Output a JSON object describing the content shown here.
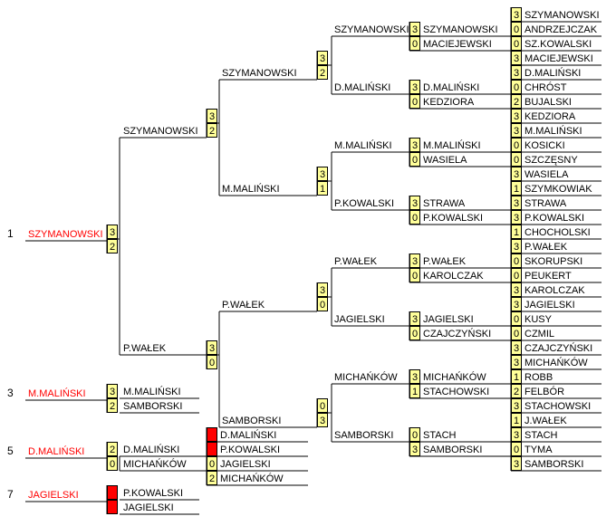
{
  "colors": {
    "score_fill": "#ffff99",
    "forfeit_fill": "#ff0000",
    "winner_text": "#ff0000"
  },
  "round1": [
    {
      "name": "SZYMANOWSKI",
      "score": "3"
    },
    {
      "name": "ANDRZEJCZAK",
      "score": "0"
    },
    {
      "name": "SZ.KOWALSKI",
      "score": "0"
    },
    {
      "name": "MACIEJEWSKI",
      "score": "3"
    },
    {
      "name": "D.MALIŃSKI",
      "score": "3"
    },
    {
      "name": "CHRÓST",
      "score": "0"
    },
    {
      "name": "BUJALSKI",
      "score": "2"
    },
    {
      "name": "KEDZIORA",
      "score": "3"
    },
    {
      "name": "M.MALIŃSKI",
      "score": "3"
    },
    {
      "name": "KOSICKI",
      "score": "0"
    },
    {
      "name": "SZCZĘSNY",
      "score": "0"
    },
    {
      "name": "WASIELA",
      "score": "3"
    },
    {
      "name": "SZYMKOWIAK",
      "score": "1"
    },
    {
      "name": "STRAWA",
      "score": "3"
    },
    {
      "name": "P.KOWALSKI",
      "score": "3"
    },
    {
      "name": "CHOCHOLSKI",
      "score": "1"
    },
    {
      "name": "P.WAŁEK",
      "score": "3"
    },
    {
      "name": "SKORUPSKI",
      "score": "0"
    },
    {
      "name": "PEUKERT",
      "score": "0"
    },
    {
      "name": "KAROLCZAK",
      "score": "3"
    },
    {
      "name": "JAGIELSKI",
      "score": "3"
    },
    {
      "name": "KUSY",
      "score": "0"
    },
    {
      "name": "CZMIL",
      "score": "0"
    },
    {
      "name": "CZAJCZYŃSKI",
      "score": "3"
    },
    {
      "name": "MICHAŃKÓW",
      "score": "3"
    },
    {
      "name": "ROBB",
      "score": "1"
    },
    {
      "name": "FELBÓR",
      "score": "2"
    },
    {
      "name": "STACHOWSKI",
      "score": "3"
    },
    {
      "name": "J.WAŁEK",
      "score": "1"
    },
    {
      "name": "STACH",
      "score": "3"
    },
    {
      "name": "TYMA",
      "score": "0"
    },
    {
      "name": "SAMBORSKI",
      "score": "3"
    }
  ],
  "round2_matches": [
    [
      {
        "name": "SZYMANOWSKI",
        "score": "3"
      },
      {
        "name": "MACIEJEWSKI",
        "score": "0"
      }
    ],
    [
      {
        "name": "D.MALIŃSKI",
        "score": "3"
      },
      {
        "name": "KEDZIORA",
        "score": "0"
      }
    ],
    [
      {
        "name": "M.MALIŃSKI",
        "score": "3"
      },
      {
        "name": "WASIELA",
        "score": "0"
      }
    ],
    [
      {
        "name": "STRAWA",
        "score": "3"
      },
      {
        "name": "P.KOWALSKI",
        "score": "0"
      }
    ],
    [
      {
        "name": "P.WAŁEK",
        "score": "3"
      },
      {
        "name": "KAROLCZAK",
        "score": "0"
      }
    ],
    [
      {
        "name": "JAGIELSKI",
        "score": "3"
      },
      {
        "name": "CZAJCZYŃSKI",
        "score": "0"
      }
    ],
    [
      {
        "name": "MICHAŃKÓW",
        "score": "3"
      },
      {
        "name": "STACHOWSKI",
        "score": "1"
      }
    ],
    [
      {
        "name": "STACH",
        "score": "0"
      },
      {
        "name": "SAMBORSKI",
        "score": "3"
      }
    ]
  ],
  "quarterfinals": [
    [
      {
        "name": "SZYMANOWSKI",
        "score": "3"
      },
      {
        "name": "D.MALIŃSKI",
        "score": "2"
      }
    ],
    [
      {
        "name": "M.MALIŃSKI",
        "score": "3"
      },
      {
        "name": "P.KOWALSKI",
        "score": "1"
      }
    ],
    [
      {
        "name": "P.WAŁEK",
        "score": "3"
      },
      {
        "name": "JAGIELSKI",
        "score": "0"
      }
    ],
    [
      {
        "name": "MICHAŃKÓW",
        "score": "0"
      },
      {
        "name": "SAMBORSKI",
        "score": "3"
      }
    ]
  ],
  "semifinals": [
    [
      {
        "name": "SZYMANOWSKI",
        "score": "3"
      },
      {
        "name": "M.MALIŃSKI",
        "score": "2"
      }
    ],
    [
      {
        "name": "P.WAŁEK",
        "score": "3"
      },
      {
        "name": "SAMBORSKI",
        "score": "0"
      }
    ]
  ],
  "final": [
    {
      "name": "SZYMANOWSKI",
      "score": "3"
    },
    {
      "name": "P.WAŁEK",
      "score": "2"
    }
  ],
  "champion": {
    "place": "1",
    "name": "SZYMANOWSKI"
  },
  "third_place": {
    "place": "3",
    "winner": "M.MALIŃSKI",
    "players": [
      {
        "name": "M.MALIŃSKI",
        "score": "3"
      },
      {
        "name": "SAMBORSKI",
        "score": "2"
      }
    ]
  },
  "fifth_place": {
    "place": "5",
    "winner": "D.MALIŃSKI",
    "semis": [
      [
        {
          "name": "D.MALIŃSKI",
          "score": ""
        },
        {
          "name": "P.KOWALSKI",
          "score": ""
        }
      ],
      [
        {
          "name": "JAGIELSKI",
          "score": "0"
        },
        {
          "name": "MICHAŃKÓW",
          "score": "2"
        }
      ]
    ],
    "final": [
      {
        "name": "D.MALIŃSKI",
        "score": "2"
      },
      {
        "name": "MICHAŃKÓW",
        "score": "0"
      }
    ]
  },
  "seventh_place": {
    "place": "7",
    "winner": "JAGIELSKI",
    "players": [
      {
        "name": "P.KOWALSKI",
        "score": ""
      },
      {
        "name": "JAGIELSKI",
        "score": ""
      }
    ]
  }
}
